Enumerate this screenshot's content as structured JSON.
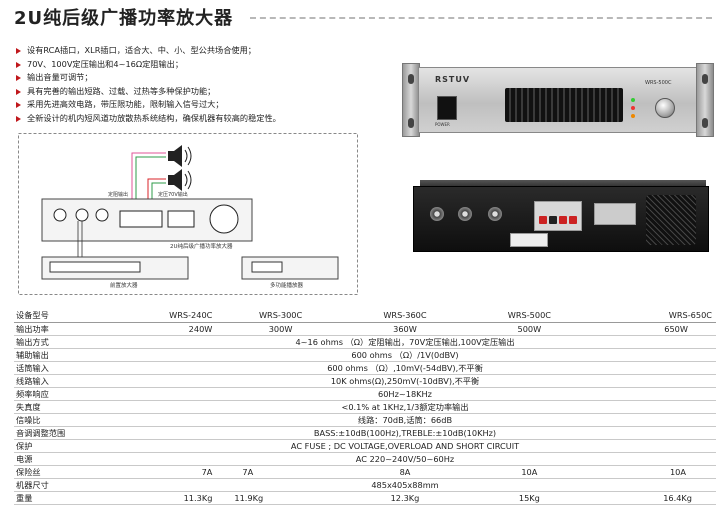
{
  "title": "2U纯后级广播功率放大器",
  "features": [
    "设有RCA插口，XLR插口，适合大、中、小、型公共场合使用；",
    "70V、100V定压输出和4~16Ω定阻输出；",
    "输出音量可调节；",
    "具有完善的输出短路、过载、过热等多种保护功能；",
    "采用先进高效电路，带压限功能，限制输入信号过大；",
    "全新设计的机内短风道功放散热系统结构，确保机器有较高的稳定性。"
  ],
  "front_panel": {
    "brand": "RSTUV",
    "model": "WRS-500C",
    "power_label": "POWER"
  },
  "diagram": {
    "label_fixed_resistance": "定阻输出",
    "label_constant_voltage": "定压70V输出",
    "amp_caption": "2U纯后级广播功率放大器",
    "preamp_caption": "前置放大器",
    "player_caption": "多功能播放器"
  },
  "spec": {
    "models": [
      "WRS-240C",
      "WRS-300C",
      "WRS-360C",
      "WRS-500C",
      "WRS-650C"
    ],
    "header_label": "设备型号",
    "rows": [
      {
        "label": "输出功率",
        "values": [
          "240W",
          "300W",
          "360W",
          "500W",
          "650W"
        ]
      },
      {
        "label": "输出方式",
        "span": "4~16  ohms  （Ω）定阻输出，70V定压输出,100V定压输出"
      },
      {
        "label": "辅助输出",
        "span": "600  ohms  （Ω）/1V(0dBV)"
      },
      {
        "label": "话筒输入",
        "span": "600  ohms  （Ω）,10mV(-54dBV),不平衡"
      },
      {
        "label": "线路输入",
        "span": "10K ohms(Ω),250mV(-10dBV),不平衡"
      },
      {
        "label": "频率响应",
        "span": "60Hz~18KHz"
      },
      {
        "label": "失真度",
        "span": "<0.1%   at 1KHz,1/3额定功率输出"
      },
      {
        "label": "信噪比",
        "span": "线路：70dB,话筒：66dB"
      },
      {
        "label": "音调调整范围",
        "span": "BASS:±10dB(100Hz),TREBLE:±10dB(10KHz)"
      },
      {
        "label": "保护",
        "span": "AC FUSE ; DC VOLTAGE,OVERLOAD AND SHORT CIRCUIT"
      },
      {
        "label": "电源",
        "span": "AC 220~240V/50~60Hz"
      },
      {
        "label": "保险丝",
        "values": [
          "7A",
          "7A",
          "8A",
          "10A",
          "10A"
        ]
      },
      {
        "label": "机器尺寸",
        "span": "485x405x88mm"
      },
      {
        "label": "重量",
        "values": [
          "11.3Kg",
          "11.9Kg",
          "12.3Kg",
          "15Kg",
          "16.4Kg"
        ]
      }
    ]
  },
  "colors": {
    "accent": "#c0181c",
    "wire_red": "#d9232a",
    "wire_green": "#2e9b48",
    "wire_pink": "#e0569a"
  }
}
